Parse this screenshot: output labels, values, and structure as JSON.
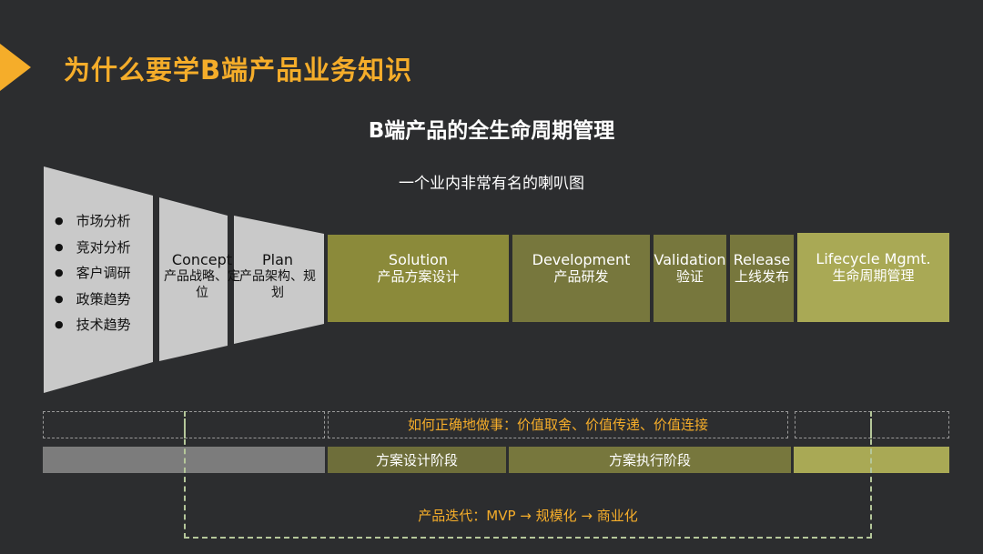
{
  "header": {
    "title": "为什么要学B端产品业务知识"
  },
  "diagram": {
    "title": "B端产品的全生命周期管理",
    "subtitle": "一个业内非常有名的喇叭图",
    "research_items": [
      "市场分析",
      "竞对分析",
      "客户调研",
      "政策趋势",
      "技术趋势"
    ],
    "funnel_stages": [
      {
        "en": "Concept",
        "cn": "产品战略、定位"
      },
      {
        "en": "Plan",
        "cn": "产品架构、规划"
      }
    ],
    "stages": [
      {
        "en": "Solution",
        "cn": "产品方案设计",
        "color": "#8b8a3a"
      },
      {
        "en": "Development",
        "cn": "产品研发",
        "color": "#77773d"
      },
      {
        "en": "Validation",
        "cn": "验证",
        "color": "#77773d"
      },
      {
        "en": "Release",
        "cn": "上线发布",
        "color": "#77773d"
      },
      {
        "en": "Lifecycle Mgmt.",
        "cn": "生命周期管理",
        "color": "#a9a955"
      }
    ],
    "how_to_do": "如何正确地做事：价值取舍、价值传递、价值连接",
    "phases": [
      "方案设计阶段",
      "方案执行阶段"
    ],
    "iteration": "产品迭代：MVP → 规模化 → 商业化",
    "colors": {
      "accent": "#f5ad2a",
      "funnel": "#c9c9c9",
      "bar_grey": "#7c7c7c"
    }
  }
}
